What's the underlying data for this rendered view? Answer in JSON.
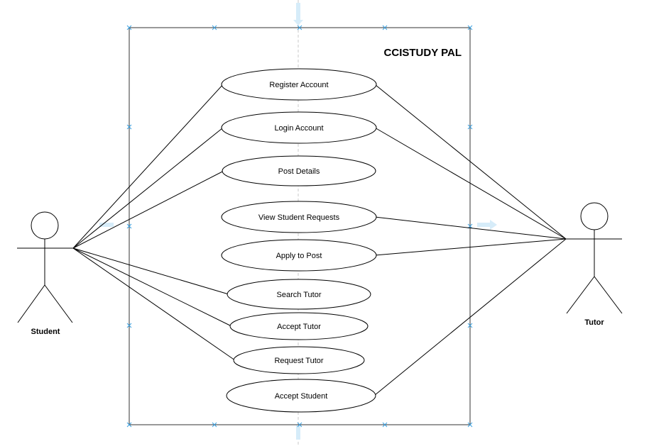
{
  "system": {
    "title": "CCISTUDY PAL"
  },
  "actors": {
    "student": {
      "label": "Student"
    },
    "tutor": {
      "label": "Tutor"
    }
  },
  "use_cases": [
    {
      "label": "Register Account"
    },
    {
      "label": "Login Account"
    },
    {
      "label": "Post Details"
    },
    {
      "label": "View Student Requests"
    },
    {
      "label": "Apply to Post"
    },
    {
      "label": "Search Tutor"
    },
    {
      "label": "Accept Tutor"
    },
    {
      "label": "Request Tutor"
    },
    {
      "label": "Accept Student"
    }
  ],
  "associations": [
    {
      "actor": "student",
      "use_case": "Register Account"
    },
    {
      "actor": "student",
      "use_case": "Login Account"
    },
    {
      "actor": "student",
      "use_case": "Post Details"
    },
    {
      "actor": "student",
      "use_case": "Search Tutor"
    },
    {
      "actor": "student",
      "use_case": "Accept Tutor"
    },
    {
      "actor": "student",
      "use_case": "Request Tutor"
    },
    {
      "actor": "tutor",
      "use_case": "Register Account"
    },
    {
      "actor": "tutor",
      "use_case": "Login Account"
    },
    {
      "actor": "tutor",
      "use_case": "View Student Requests"
    },
    {
      "actor": "tutor",
      "use_case": "Apply to Post"
    },
    {
      "actor": "tutor",
      "use_case": "Accept Student"
    }
  ],
  "colors": {
    "line": "#000000",
    "guide": "#3aa0e0",
    "guide_light": "#cfe8f7"
  }
}
